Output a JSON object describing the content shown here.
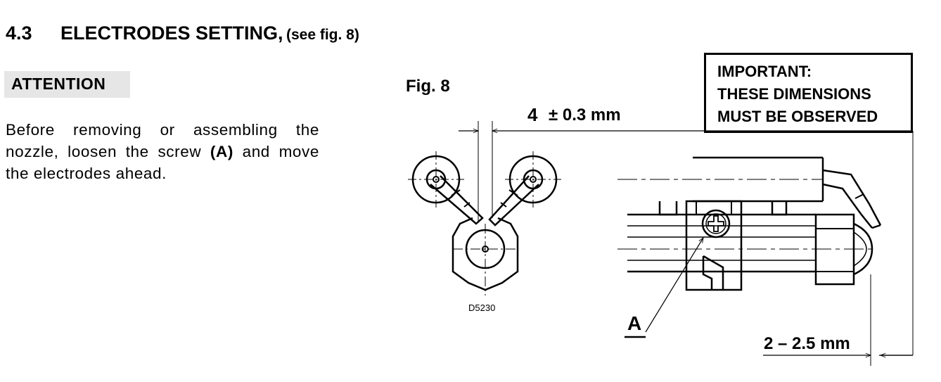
{
  "section": {
    "number": "4.3",
    "title": "ELECTRODES SETTING,",
    "subtitle": "(see fig. 8)"
  },
  "attention": {
    "label": "ATTENTION"
  },
  "instruction": {
    "part1": "Before removing or assembling the nozzle, loosen the screw ",
    "screw_ref": "(A)",
    "part2": " and move the electrodes ahead."
  },
  "figure": {
    "label": "Fig. 8",
    "drawing_code": "D5230",
    "dim_gap_value": "4",
    "dim_gap_tolerance": "± 0.3 mm",
    "dim_offset": "2 – 2.5 mm",
    "screw_label": "A"
  },
  "important_box": {
    "line1": "IMPORTANT:",
    "line2": "THESE  DIMENSIONS",
    "line3": "MUST BE OBSERVED"
  }
}
